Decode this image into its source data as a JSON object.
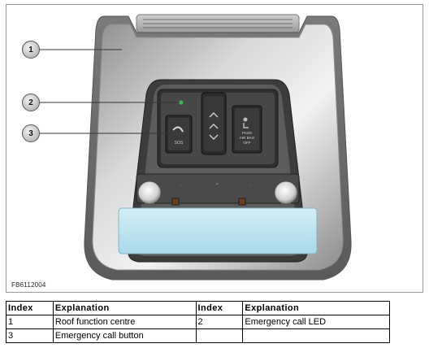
{
  "figure": {
    "code": "FB6112004",
    "callouts": [
      {
        "number": "1"
      },
      {
        "number": "2"
      },
      {
        "number": "3"
      }
    ],
    "panel": {
      "sos_label": "SOS",
      "airbag_label_1": "PASS",
      "airbag_label_2": "AIR BAG",
      "airbag_label_3": "OFF"
    },
    "colors": {
      "led": "#3fae5a",
      "lamp_lens": "#bfe4ef"
    }
  },
  "legend": {
    "headers": [
      "Index",
      "Explanation",
      "Index",
      "Explanation"
    ],
    "rows": [
      [
        "1",
        "Roof function centre",
        "2",
        "Emergency call LED"
      ],
      [
        "3",
        "Emergency call button",
        "",
        ""
      ]
    ]
  }
}
